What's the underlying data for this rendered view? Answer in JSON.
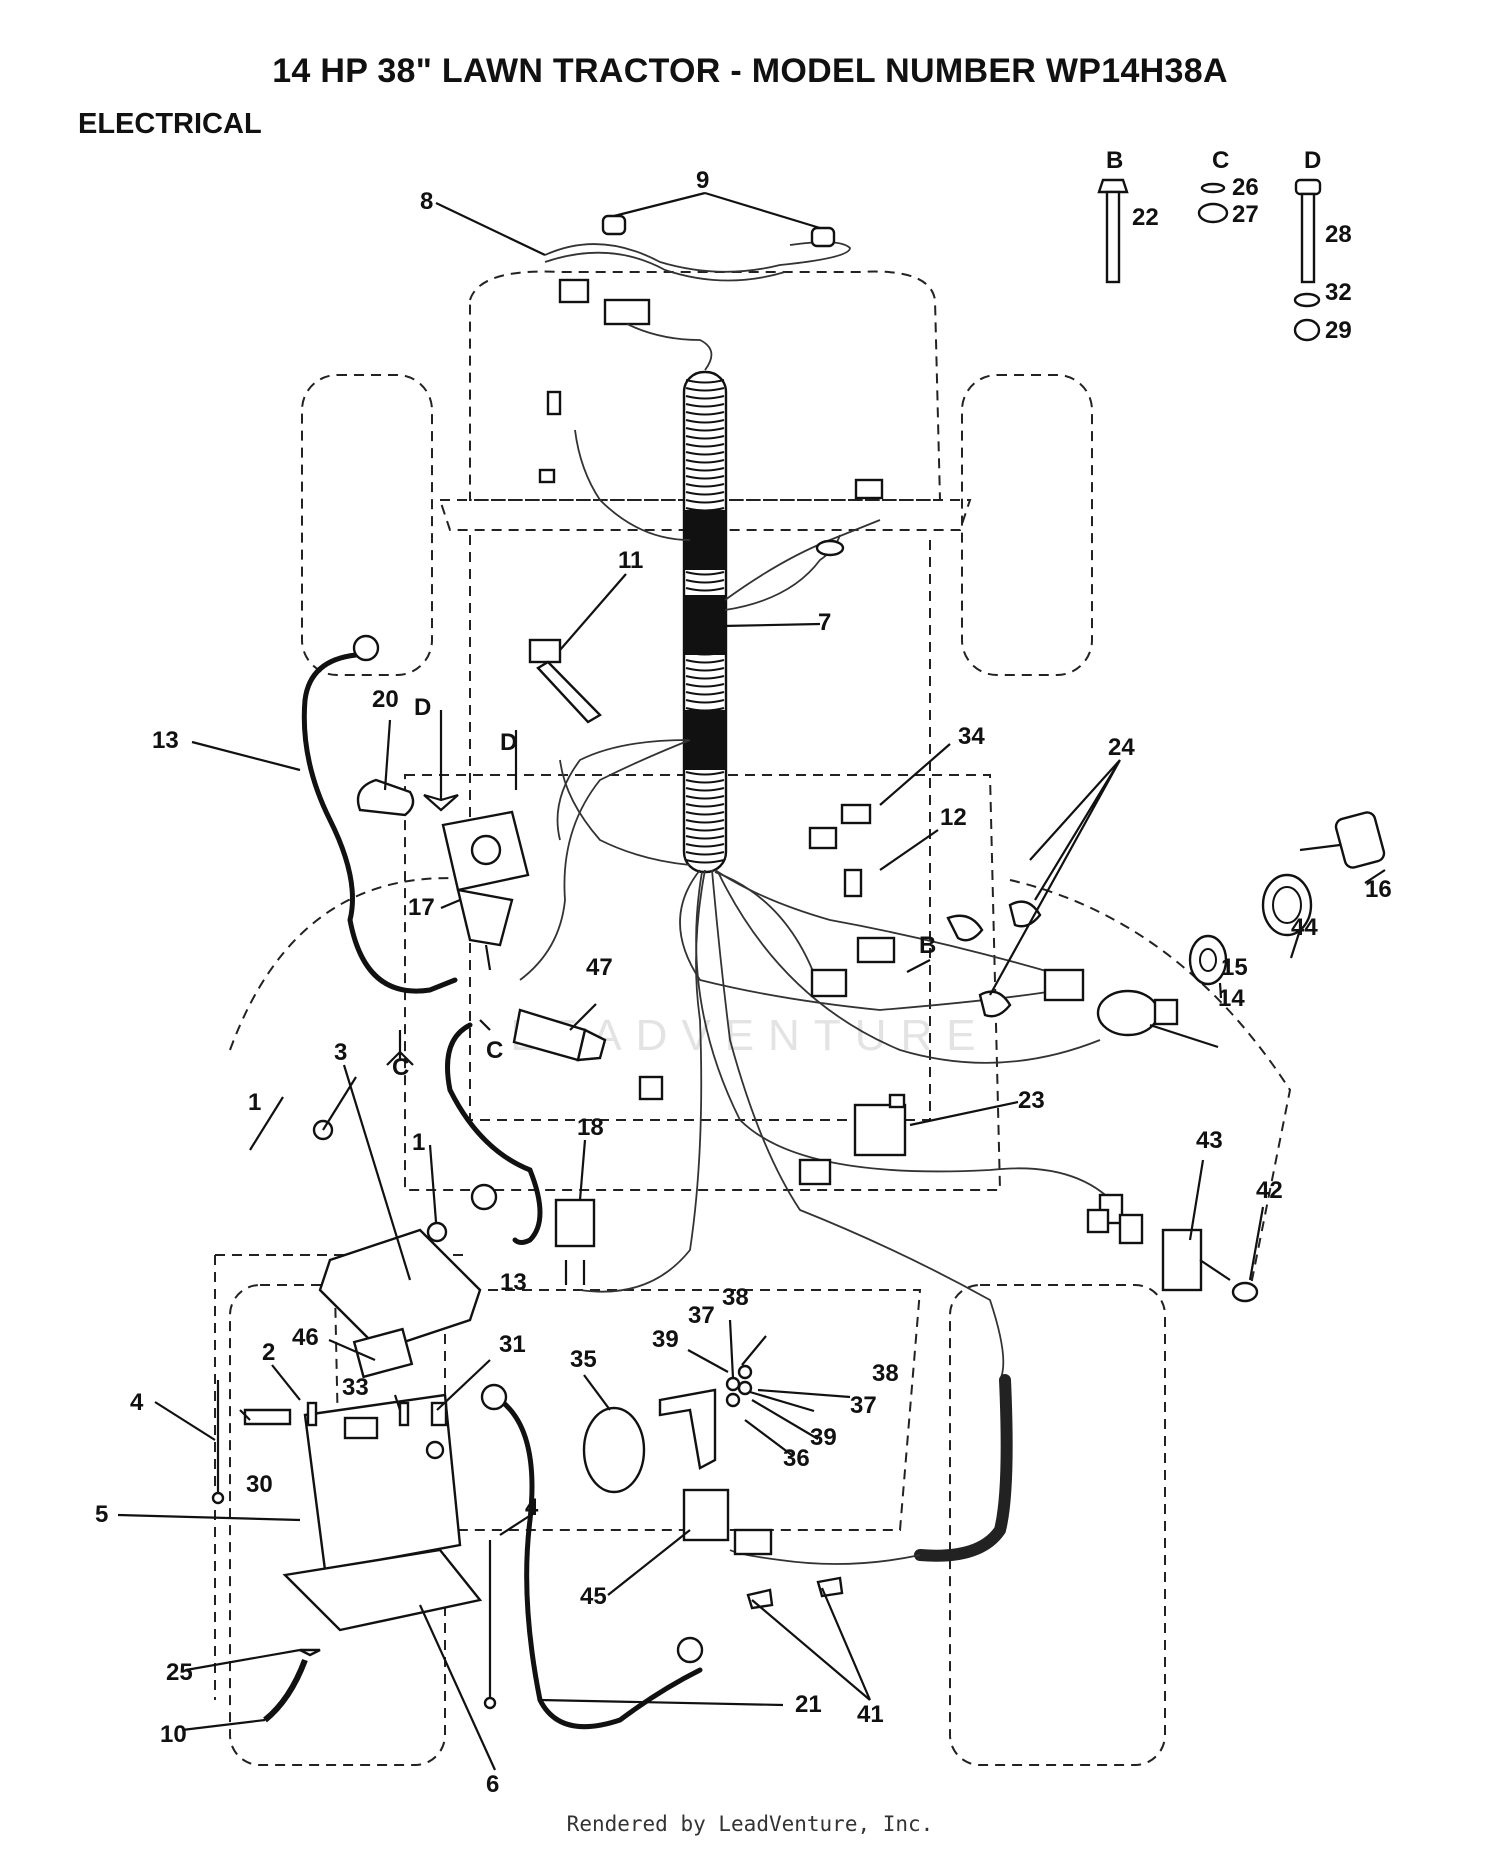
{
  "title": "14 HP 38\" LAWN TRACTOR - MODEL NUMBER WP14H38A",
  "section": "ELECTRICAL",
  "footer": "Rendered by LeadVenture, Inc.",
  "watermark": "LEADVENTURE",
  "hardware_groups": [
    "B",
    "C",
    "D"
  ],
  "callouts": {
    "n1": "1",
    "n1b": "1",
    "n2": "2",
    "n3": "3",
    "n4": "4",
    "n4b": "4",
    "n5": "5",
    "n6": "6",
    "n7": "7",
    "n8": "8",
    "n9": "9",
    "n10": "10",
    "n11": "11",
    "n12": "12",
    "n13": "13",
    "n13b": "13",
    "n14": "14",
    "n15": "15",
    "n16": "16",
    "n17": "17",
    "n18": "18",
    "n20": "20",
    "n21": "21",
    "n22": "22",
    "n23": "23",
    "n24": "24",
    "n25": "25",
    "n26": "26",
    "n27": "27",
    "n28": "28",
    "n29": "29",
    "n30": "30",
    "n31": "31",
    "n32": "32",
    "n33": "33",
    "n34": "34",
    "n35": "35",
    "n36": "36",
    "n37": "37",
    "n37b": "37",
    "n38": "38",
    "n38b": "38",
    "n39": "39",
    "n39b": "39",
    "n41": "41",
    "n42": "42",
    "n43": "43",
    "n44": "44",
    "n45": "45",
    "n46": "46",
    "n47": "47",
    "refB": "B",
    "refC1": "C",
    "refC2": "C",
    "refD1": "D",
    "refD2": "D"
  }
}
